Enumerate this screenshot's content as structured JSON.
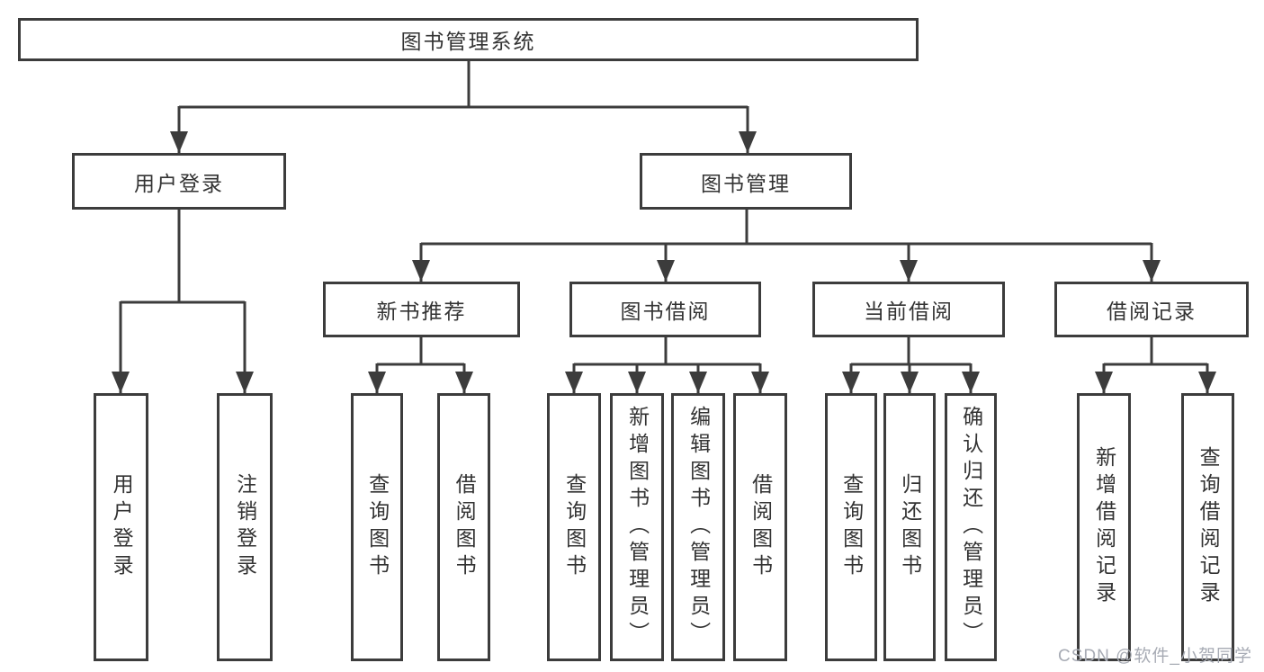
{
  "colors": {
    "line": "#3c3c3c",
    "text": "#333333",
    "watermark": "#a7abb4",
    "background": "#ffffff"
  },
  "tree": {
    "label": "图书管理系统",
    "children": [
      {
        "label": "用户登录",
        "children": [
          {
            "label": "用户登录"
          },
          {
            "label": "注销登录"
          }
        ]
      },
      {
        "label": "图书管理",
        "children": [
          {
            "label": "新书推荐",
            "children": [
              {
                "label": "查询图书"
              },
              {
                "label": "借阅图书"
              }
            ]
          },
          {
            "label": "图书借阅",
            "children": [
              {
                "label": "查询图书"
              },
              {
                "label": "新增图书（管理员）"
              },
              {
                "label": "编辑图书（管理员）"
              },
              {
                "label": "借阅图书"
              }
            ]
          },
          {
            "label": "当前借阅",
            "children": [
              {
                "label": "查询图书"
              },
              {
                "label": "归还图书"
              },
              {
                "label": "确认归还（管理员）"
              }
            ]
          },
          {
            "label": "借阅记录",
            "children": [
              {
                "label": "新增借阅记录"
              },
              {
                "label": "查询借阅记录"
              }
            ]
          }
        ]
      }
    ]
  },
  "watermark": {
    "text": "CSDN @软件_小贺同学"
  }
}
